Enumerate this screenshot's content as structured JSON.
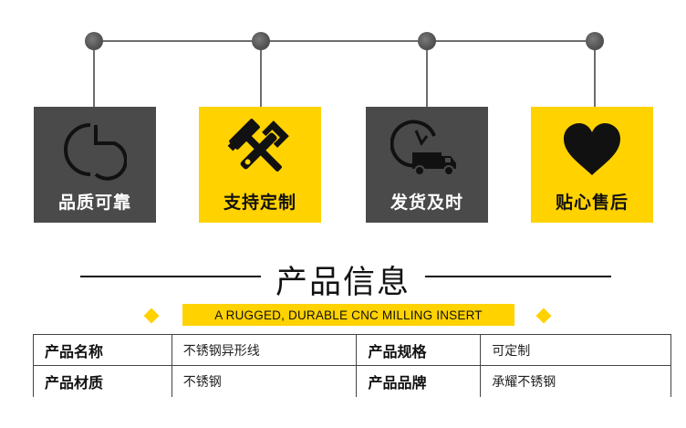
{
  "features": [
    {
      "label": "品质可靠",
      "icon": "quality-logo-icon",
      "theme": "dark"
    },
    {
      "label": "支持定制",
      "icon": "wrench-hammer-icon",
      "theme": "yellow"
    },
    {
      "label": "发货及时",
      "icon": "delivery-truck-clock-icon",
      "theme": "dark"
    },
    {
      "label": "贴心售后",
      "icon": "heart-icon",
      "theme": "yellow"
    }
  ],
  "section": {
    "title": "产品信息",
    "subtitle": "A RUGGED, DURABLE CNC MILLING INSERT"
  },
  "colors": {
    "accent": "#ffd200",
    "dark_card": "#4a4a4a",
    "connector": "#6d6d6d"
  },
  "product_info": {
    "rows": [
      [
        {
          "key": "产品名称",
          "value": "不锈钢异形线"
        },
        {
          "key": "产品规格",
          "value": "可定制"
        }
      ],
      [
        {
          "key": "产品材质",
          "value": "不锈钢"
        },
        {
          "key": "产品品牌",
          "value": "承耀不锈钢"
        }
      ]
    ]
  }
}
